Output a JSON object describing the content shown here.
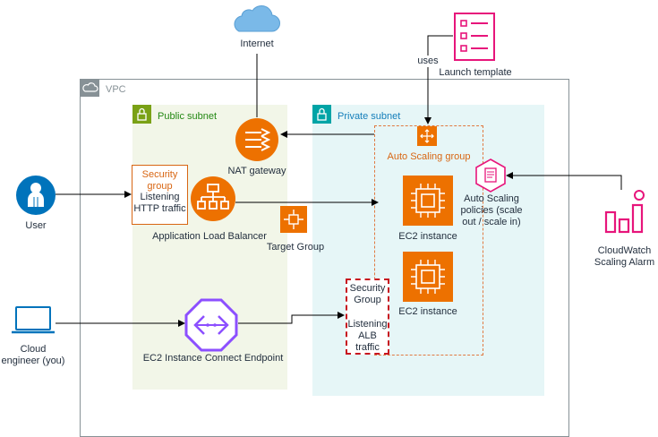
{
  "vpc": {
    "label": "VPC"
  },
  "public_subnet": {
    "label": "Public subnet"
  },
  "private_subnet": {
    "label": "Private subnet"
  },
  "internet": {
    "label": "Internet"
  },
  "launch_template": {
    "label": "Launch template",
    "uses_label": "uses"
  },
  "nat_gateway": {
    "label": "NAT gateway"
  },
  "auto_scaling_group": {
    "label": "Auto Scaling group"
  },
  "security_group_public": {
    "title": "Security group",
    "body": "Listening HTTP traffic"
  },
  "alb": {
    "label": "Application Load Balancer"
  },
  "target_group": {
    "label": "Target Group"
  },
  "ec2_a": {
    "label": "EC2 instance"
  },
  "ec2_b": {
    "label": "EC2 instance"
  },
  "scaling_policies": {
    "label": "Auto Scaling policies (scale out / scale in)"
  },
  "cloudwatch": {
    "label": "CloudWatch Scaling Alarm"
  },
  "user": {
    "label": "User"
  },
  "cloud_engineer": {
    "label": "Cloud engineer (you)"
  },
  "endpoint": {
    "label": "EC2 Instance Connect Endpoint"
  },
  "security_group_private": {
    "title": "Security Group",
    "body": "Listening ALB traffic"
  },
  "colors": {
    "orange": "#ed7100",
    "pink": "#e7157b",
    "purple": "#8c4fff",
    "blue": "#0073bb",
    "green": "#7aa116",
    "teal": "#00a4a6"
  }
}
